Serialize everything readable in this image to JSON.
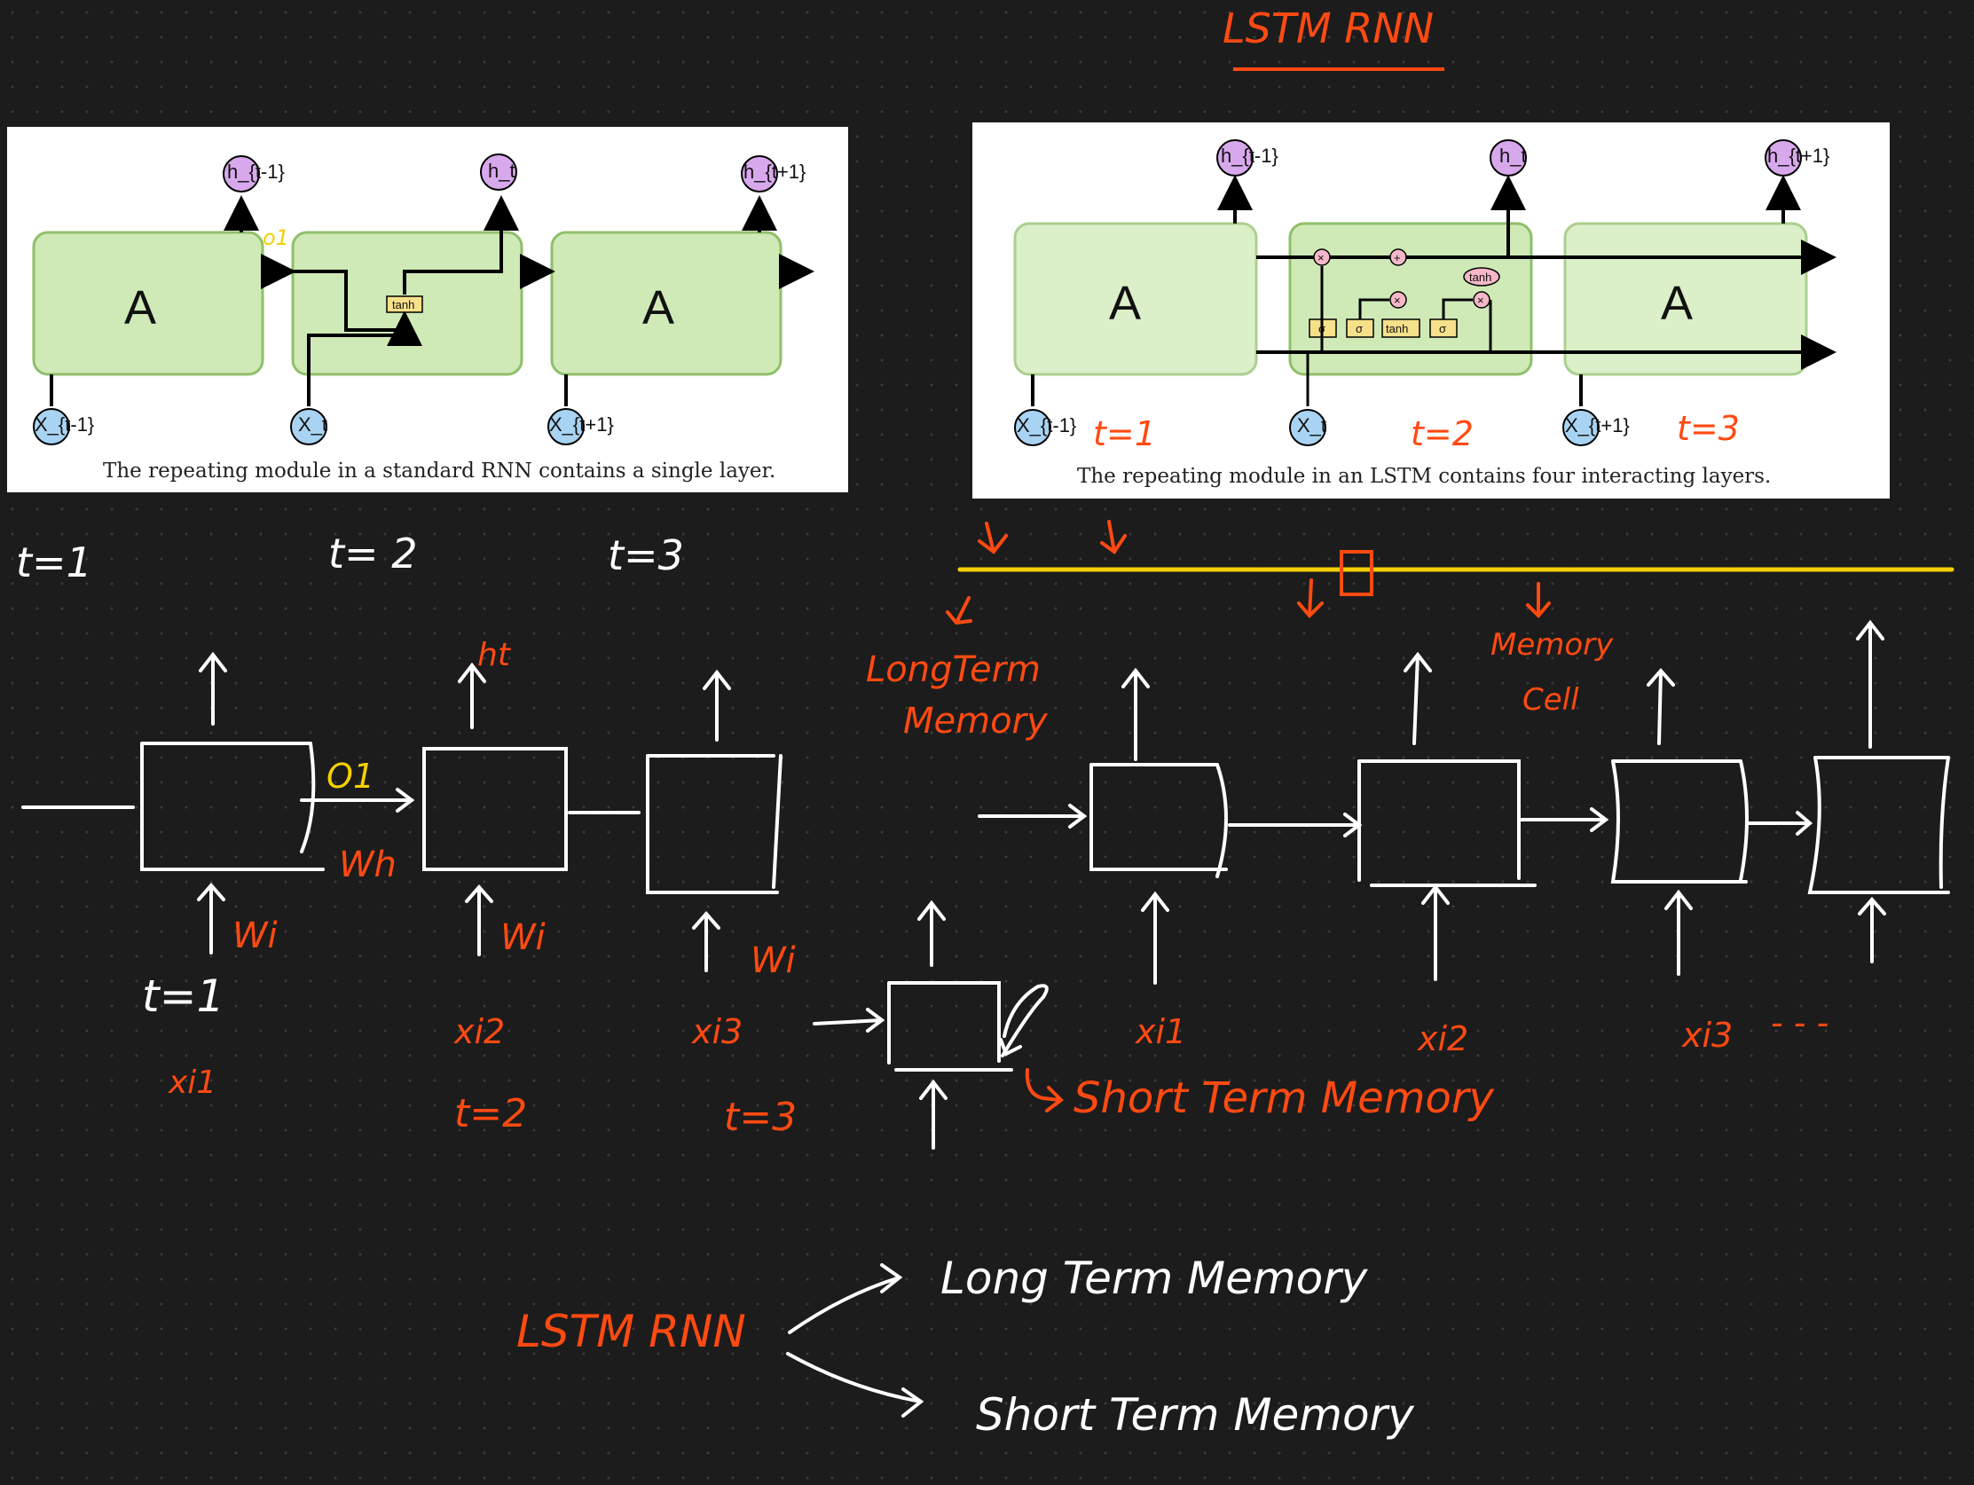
{
  "title": "LSTM RNN",
  "colors": {
    "accent": "#ff4a12",
    "yellow": "#f4d000",
    "ink": "#ffffff",
    "board": "#1c1c1c"
  },
  "rnn_figure": {
    "caption": "The repeating module in a standard RNN contains a single layer.",
    "cell_label": "A",
    "gate_label": "tanh",
    "outputs": [
      "h_{t-1}",
      "h_t",
      "h_{t+1}"
    ],
    "inputs": [
      "X_{t-1}",
      "X_t",
      "X_{t+1}"
    ],
    "annotation": "o1"
  },
  "lstm_figure": {
    "caption": "The repeating module in an LSTM contains four interacting layers.",
    "cell_label": "A",
    "gates": [
      "σ",
      "σ",
      "tanh",
      "σ"
    ],
    "pointwise": [
      "×",
      "+",
      "×",
      "×"
    ],
    "tanh_label": "tanh",
    "outputs": [
      "h_{t-1}",
      "h_t",
      "h_{t+1}"
    ],
    "inputs": [
      "X_{t-1}",
      "X_t",
      "X_{t+1}"
    ],
    "time_labels": [
      "t=1",
      "t=2",
      "t=3"
    ]
  },
  "notes_left": {
    "time_top": [
      "t=1",
      "t= 2",
      "t=3"
    ],
    "ht": "ht",
    "o1": "O1",
    "wh": "Wh",
    "wi": [
      "Wi",
      "Wi",
      "Wi"
    ],
    "t1_below": "t=1",
    "inputs": [
      "xi1",
      "xi2",
      "xi3"
    ],
    "time_bottom": [
      "t=2",
      "t=3"
    ]
  },
  "notes_right": {
    "long_term_line1": "LongTerm",
    "long_term_line2": "Memory",
    "memory_cell_line1": "Memory",
    "memory_cell_line2": "Cell",
    "short_term": "Short Term Memory",
    "inputs": [
      "xi1",
      "xi2",
      "xi3",
      "- - -"
    ]
  },
  "summary": {
    "root": "LSTM RNN",
    "branch1": "Long Term Memory",
    "branch2": "Short Term Memory"
  }
}
